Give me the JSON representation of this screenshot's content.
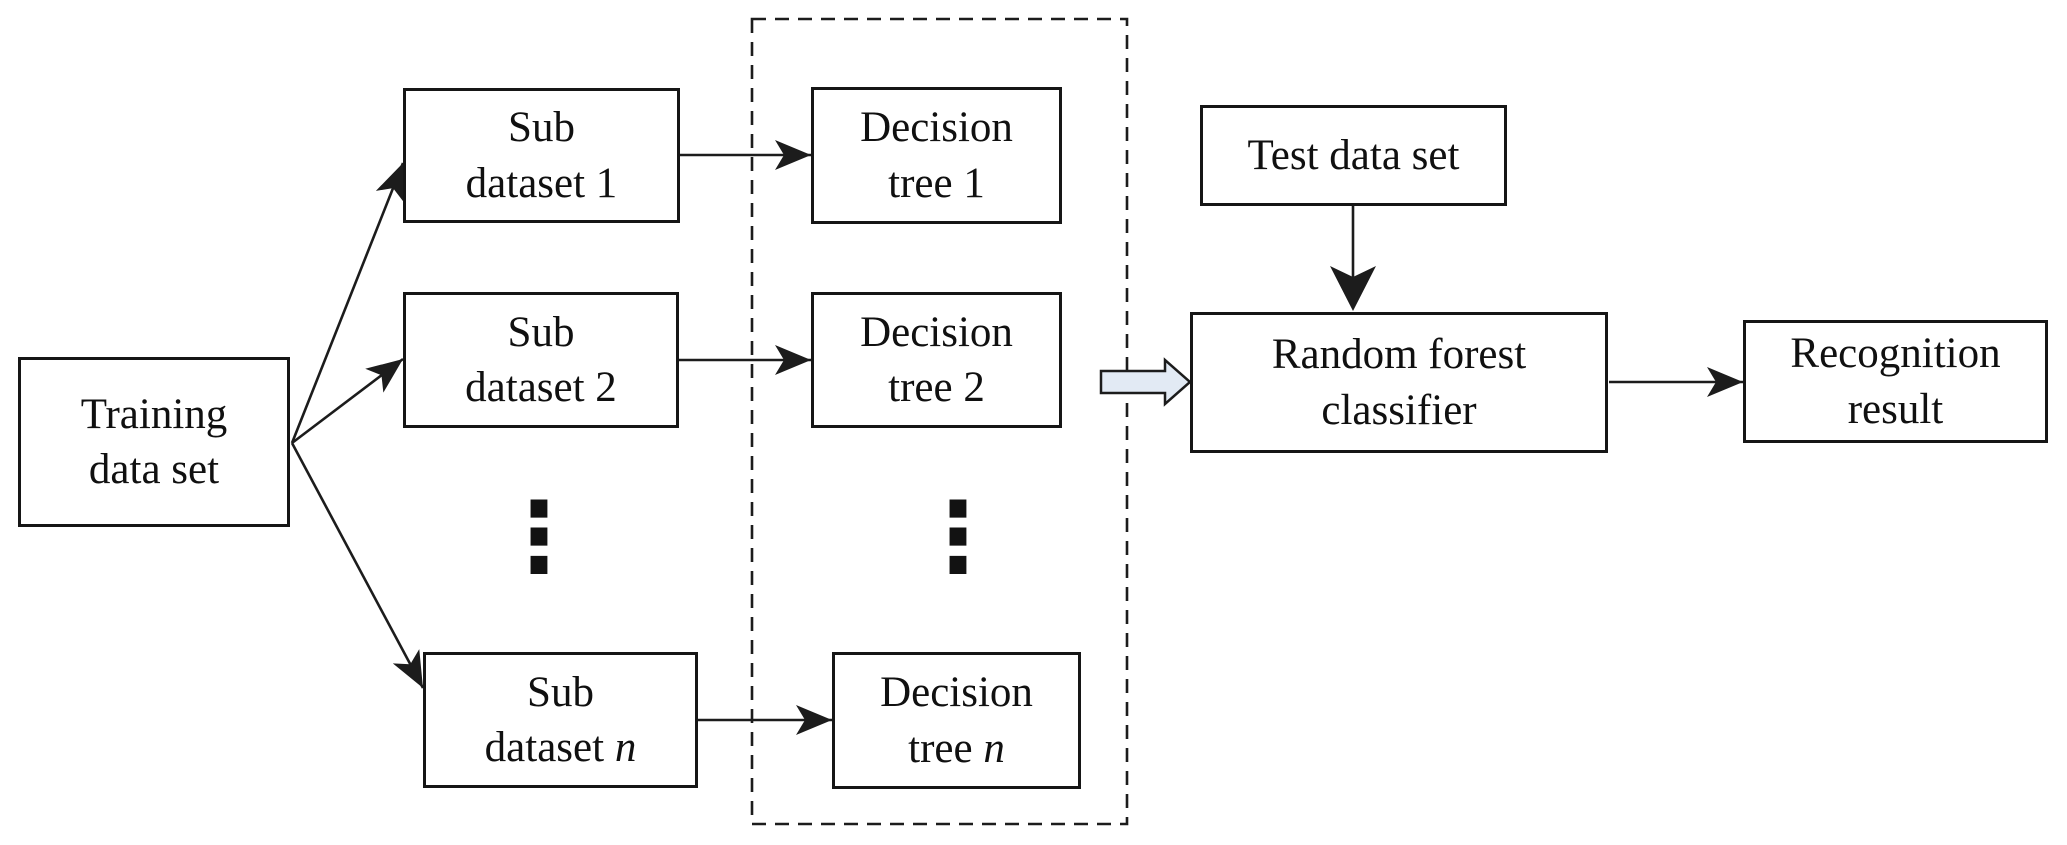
{
  "diagram": {
    "nodes": {
      "training_data_set": {
        "line1": "Training",
        "line2": "data set"
      },
      "sub_dataset_1": {
        "line1": "Sub",
        "line2": "dataset 1"
      },
      "sub_dataset_2": {
        "line1": "Sub",
        "line2": "dataset 2"
      },
      "sub_dataset_n": {
        "line1": "Sub",
        "line2_prefix": "dataset ",
        "line2_italic": "n"
      },
      "decision_tree_1": {
        "line1": "Decision",
        "line2": "tree 1"
      },
      "decision_tree_2": {
        "line1": "Decision",
        "line2": "tree 2"
      },
      "decision_tree_n": {
        "line1": "Decision",
        "line2_prefix": "tree ",
        "line2_italic": "n"
      },
      "test_data_set": {
        "label": "Test data set"
      },
      "random_forest_classifier": {
        "line1": "Random forest",
        "line2": "classifier"
      },
      "recognition_result": {
        "line1": "Recognition",
        "line2": "result"
      }
    },
    "ellipsis_glyph": "⋮",
    "edges": [
      {
        "from": "training_data_set",
        "to": "sub_dataset_1"
      },
      {
        "from": "training_data_set",
        "to": "sub_dataset_2"
      },
      {
        "from": "training_data_set",
        "to": "sub_dataset_n"
      },
      {
        "from": "sub_dataset_1",
        "to": "decision_tree_1"
      },
      {
        "from": "sub_dataset_2",
        "to": "decision_tree_2"
      },
      {
        "from": "sub_dataset_n",
        "to": "decision_tree_n"
      },
      {
        "from": "decision_tree_group",
        "to": "random_forest_classifier",
        "style": "block-arrow"
      },
      {
        "from": "test_data_set",
        "to": "random_forest_classifier"
      },
      {
        "from": "random_forest_classifier",
        "to": "recognition_result"
      }
    ],
    "colors": {
      "line": "#1c1c1c",
      "box_border": "#161616",
      "block_arrow_fill": "#e2eaf4",
      "background": "#ffffff"
    }
  }
}
